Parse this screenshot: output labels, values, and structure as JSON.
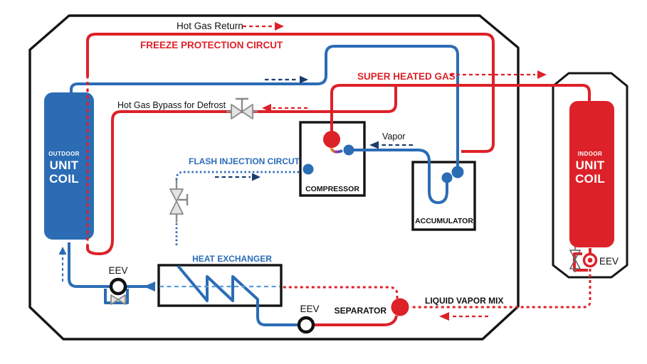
{
  "labels": {
    "hot_gas_return": "Hot Gas Return",
    "freeze_protection": "FREEZE PROTECTION CIRCUT",
    "super_heated_gas": "SUPER HEATED GAS",
    "hot_gas_bypass": "Hot Gas Bypass for Defrost",
    "flash_injection": "FLASH INJECTION CIRCUT",
    "vapor": "Vapor",
    "compressor": "COMPRESSOR",
    "accumulator": "ACCUMULATOR",
    "heat_exchanger": "HEAT EXCHANGER",
    "separator": "SEPARATOR",
    "liquid_vapor_mix": "LIQUID VAPOR MIX",
    "eev_outdoor": "EEV",
    "eev_bottom": "EEV",
    "eev_indoor": "EEV"
  },
  "outdoor_coil": {
    "line1": "OUTDOOR",
    "line2": "UNIT",
    "line3": "COIL"
  },
  "indoor_coil": {
    "line1": "INDOOR",
    "line2": "UNIT",
    "line3": "COIL"
  },
  "colors": {
    "red": "#dd2128",
    "blue": "#2b6cb5",
    "lightblue": "#58a0dc",
    "navy": "#1d3c6e",
    "gray": "#8a8a8a",
    "black": "#141414"
  }
}
